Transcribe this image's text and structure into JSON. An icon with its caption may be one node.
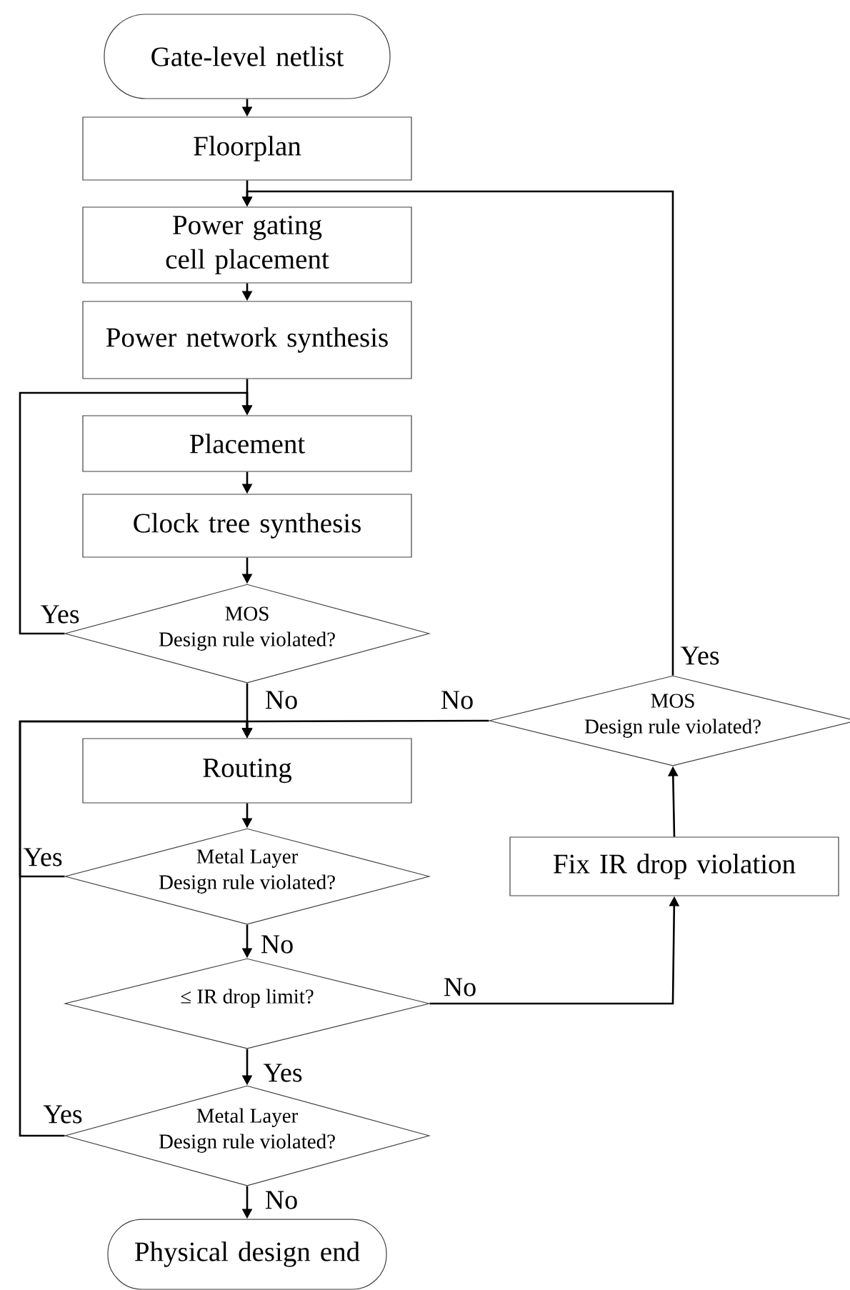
{
  "diagram": {
    "nodes": [
      {
        "text": [
          "Gate-level netlist"
        ]
      },
      {
        "text": [
          "Floorplan"
        ]
      },
      {
        "text": [
          "Power gating cell placement"
        ]
      },
      {
        "text": [
          "Power network synthesis"
        ]
      },
      {
        "text": [
          "Placement"
        ]
      },
      {
        "text": [
          "Clock tree synthesis"
        ]
      },
      {
        "text": [
          "MOS",
          "Design rule violated?"
        ]
      },
      {
        "text": [
          "Routing"
        ]
      },
      {
        "text": [
          "Metal Layer",
          "Design rule violated?"
        ]
      },
      {
        "text": [
          "≤ IR drop limit?"
        ]
      },
      {
        "text": [
          "Metal Layer",
          "Design rule violated?"
        ]
      },
      {
        "text": [
          "Physical design end"
        ]
      },
      {
        "text": [
          "Fix IR drop violation"
        ]
      },
      {
        "text": [
          "MOS",
          "Design rule violated?"
        ]
      }
    ],
    "edges": [
      {
        "from": 0,
        "to": 1,
        "arrow": "to"
      },
      {
        "from": 1,
        "to": 2,
        "arrow": "to"
      },
      {
        "from": 2,
        "to": 3,
        "arrow": "to"
      },
      {
        "from": 3,
        "to": 4,
        "arrow": "to"
      },
      {
        "from": 4,
        "to": 5,
        "arrow": "to"
      },
      {
        "from": 5,
        "to": 6,
        "arrow": "to"
      },
      {
        "from": 6,
        "to": 4,
        "arrow": "to",
        "label": "Yes"
      },
      {
        "from": 6,
        "to": 7,
        "arrow": "to",
        "label": "No"
      },
      {
        "from": 13,
        "to": 2,
        "arrow": "to",
        "label": "Yes"
      },
      {
        "from": 13,
        "to": 7,
        "arrow": "to",
        "label": "No"
      },
      {
        "from": 7,
        "to": 8,
        "arrow": "to"
      },
      {
        "from": 8,
        "to": 7,
        "arrow": "to",
        "label": "Yes"
      },
      {
        "from": 8,
        "to": 9,
        "arrow": "to",
        "label": "No"
      },
      {
        "from": 9,
        "to": 12,
        "arrow": "to",
        "label": "No"
      },
      {
        "from": 12,
        "to": 13,
        "arrow": "to"
      },
      {
        "from": 9,
        "to": 10,
        "arrow": "to",
        "label": "Yes"
      },
      {
        "from": 10,
        "to": 7,
        "arrow": "to",
        "label": "Yes"
      },
      {
        "from": 10,
        "to": 11,
        "arrow": "to",
        "label": "No"
      }
    ]
  }
}
